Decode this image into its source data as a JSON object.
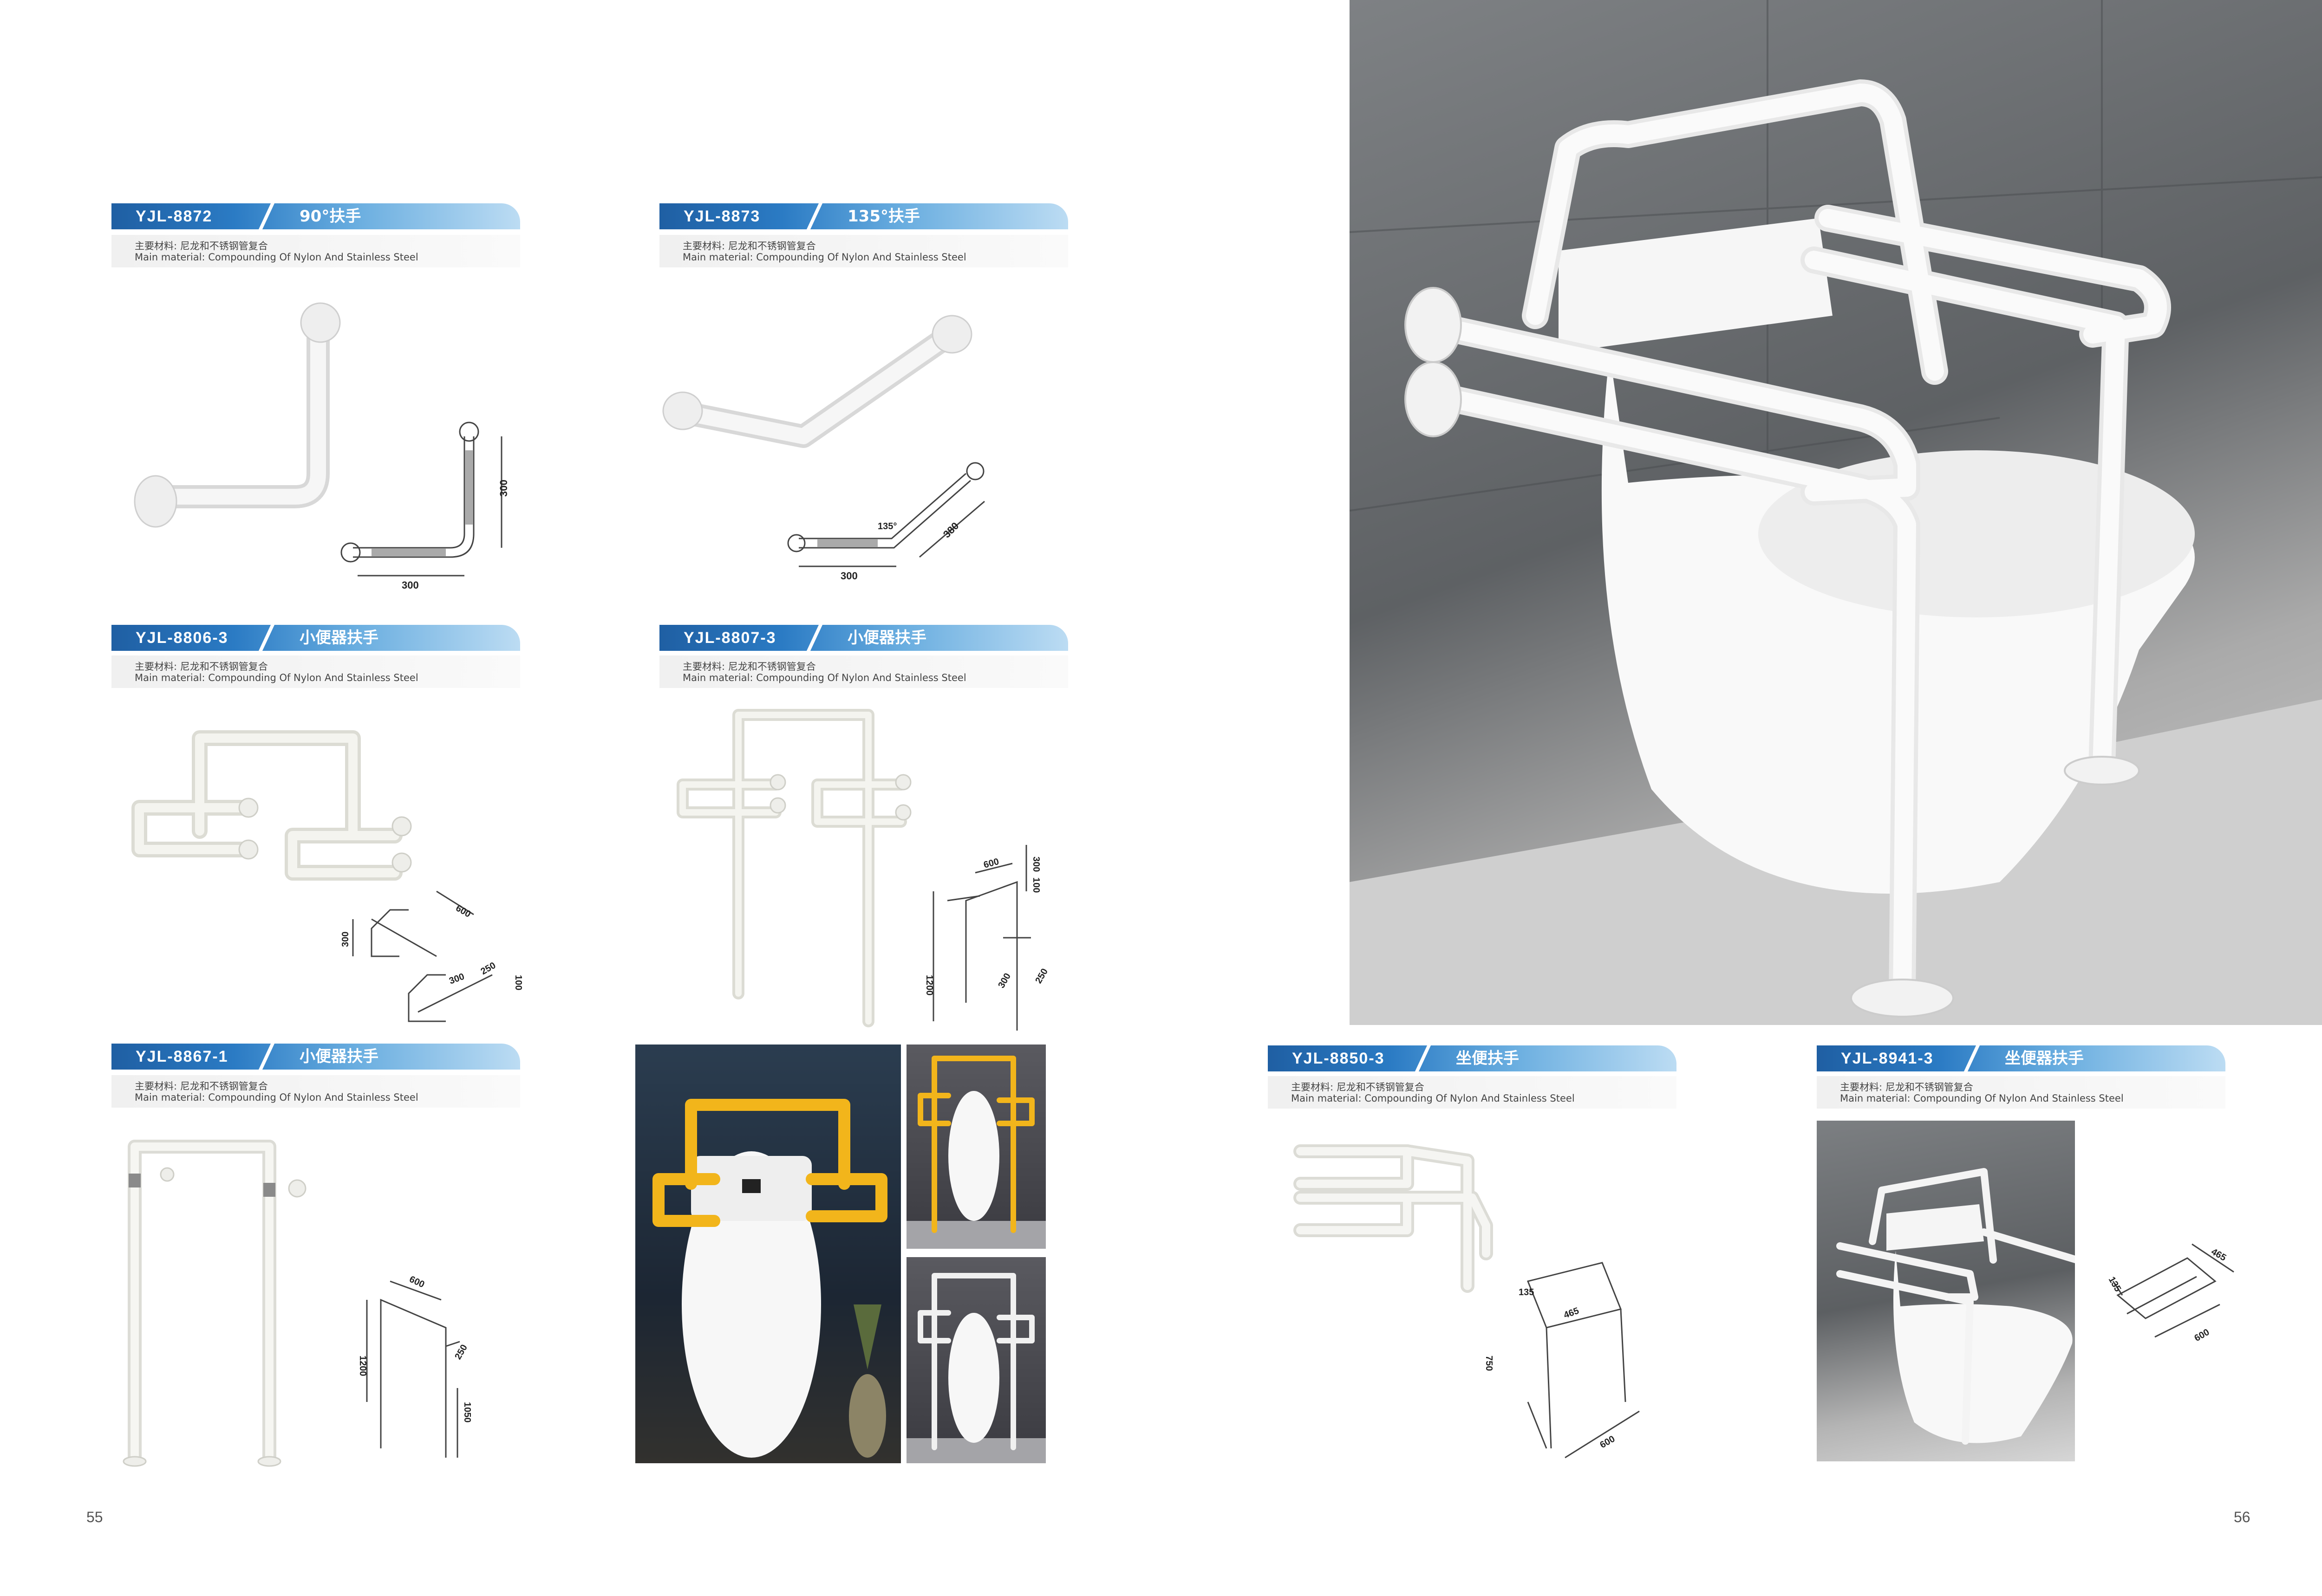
{
  "material_cn": "主要材料: 尼龙和不锈钢管复合",
  "material_en": "Main material:  Compounding Of Nylon And Stainless Steel",
  "products": [
    {
      "code": "YJL-8872",
      "name": "90°扶手",
      "dims": [
        "300",
        "300"
      ]
    },
    {
      "code": "YJL-8873",
      "name": "135°扶手",
      "dims": [
        "300",
        "380",
        "135°"
      ]
    },
    {
      "code": "YJL-8806-3",
      "name": "小便器扶手",
      "dims": [
        "600",
        "300",
        "300",
        "250",
        "100"
      ]
    },
    {
      "code": "YJL-8807-3",
      "name": "小便器扶手",
      "dims": [
        "600",
        "1200",
        "300",
        "250",
        "300",
        "100"
      ]
    },
    {
      "code": "YJL-8867-1",
      "name": "小便器扶手",
      "dims": [
        "600",
        "1200",
        "250",
        "1050"
      ]
    },
    {
      "code": "YJL-8850-3",
      "name": "坐便扶手",
      "dims": [
        "135",
        "465",
        "750",
        "600"
      ]
    },
    {
      "code": "YJL-8941-3",
      "name": "坐便器扶手",
      "dims": [
        "465",
        "135",
        "600"
      ]
    }
  ],
  "page_left": "55",
  "page_right": "56"
}
